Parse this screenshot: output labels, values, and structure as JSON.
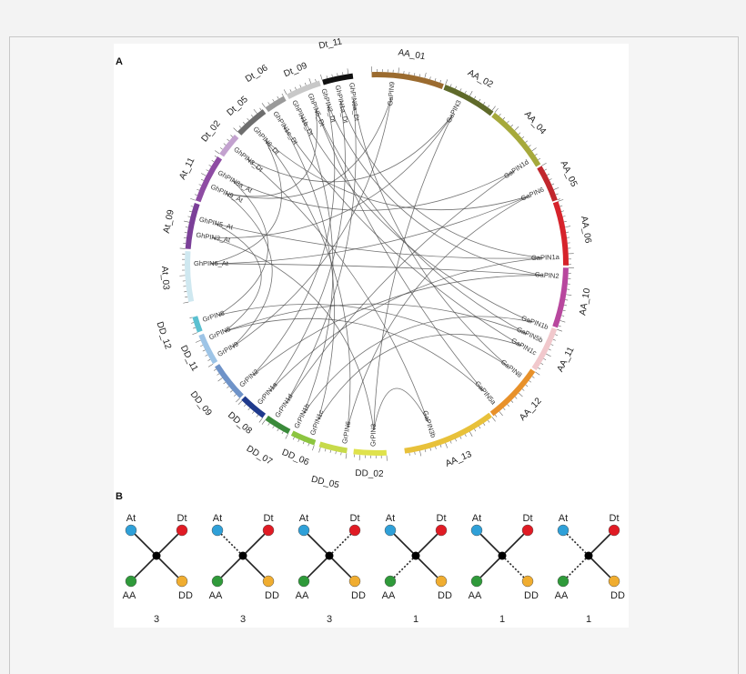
{
  "figure": {
    "panel_a_label": "A",
    "panel_b_label": "B",
    "chromosomes": [
      {
        "name": "AA_01",
        "color": "#9b6b2f"
      },
      {
        "name": "AA_02",
        "color": "#5f6a2a"
      },
      {
        "name": "AA_04",
        "color": "#a6a93b"
      },
      {
        "name": "AA_05",
        "color": "#c1272d"
      },
      {
        "name": "AA_06",
        "color": "#d6232b"
      },
      {
        "name": "AA_10",
        "color": "#b8479e"
      },
      {
        "name": "AA_11",
        "color": "#f1c8cc"
      },
      {
        "name": "AA_12",
        "color": "#e8912a"
      },
      {
        "name": "AA_13",
        "color": "#e8c13a"
      },
      {
        "name": "DD_02",
        "color": "#dfe24c"
      },
      {
        "name": "DD_05",
        "color": "#c7da4a"
      },
      {
        "name": "DD_06",
        "color": "#8cc540"
      },
      {
        "name": "DD_07",
        "color": "#3a8a3a"
      },
      {
        "name": "DD_08",
        "color": "#1f3a8c"
      },
      {
        "name": "DD_09",
        "color": "#6f93c8"
      },
      {
        "name": "DD_11",
        "color": "#9dc4e6"
      },
      {
        "name": "DD_12",
        "color": "#5bc0d0"
      },
      {
        "name": "At_03",
        "color": "#cfe8f0"
      },
      {
        "name": "At_09",
        "color": "#7b3f98"
      },
      {
        "name": "At_11",
        "color": "#8e4ca3"
      },
      {
        "name": "Dt_02",
        "color": "#c3a2cf"
      },
      {
        "name": "Dt_05",
        "color": "#6e6e6e"
      },
      {
        "name": "Dt_06",
        "color": "#9a9a9a"
      },
      {
        "name": "Dt_09",
        "color": "#c8c8c8"
      },
      {
        "name": "Dt_11",
        "color": "#111111"
      }
    ],
    "genes": [
      "GaPIN9",
      "GaPIN3",
      "GaPIN1d",
      "GaPIN6",
      "GaPIN1a",
      "GaPIN2",
      "GaPIN1b",
      "GaPIN5b",
      "GaPIN1c",
      "GaPIN8",
      "GaPIN5a",
      "GaPIN3b",
      "GrPIN3",
      "GrPIN6",
      "GrPIN1c",
      "GrPIN1b",
      "GrPIN1d",
      "GrPIN1a",
      "GrPIN2",
      "GrPIN9",
      "GrPIN5",
      "GrPIN8",
      "GhPIN6_At",
      "GhPIN3_At",
      "GhPIN5_At",
      "GhPIN9_At",
      "GhPIN8a_At",
      "GhPIN3_Dt",
      "GhPIN6_Dt",
      "GhPIN1c_Dt",
      "GhPIN1b_Dt",
      "GhPIN5_Dt",
      "GhPIN2_Dt",
      "GhPIN1a_Dt",
      "GhPIN8a_Dt"
    ],
    "links": [
      [
        "GaPIN9",
        "GrPIN9"
      ],
      [
        "GaPIN9",
        "GhPIN9_At"
      ],
      [
        "GaPIN3",
        "GrPIN3"
      ],
      [
        "GaPIN3",
        "GhPIN3_At"
      ],
      [
        "GaPIN3",
        "GhPIN3_Dt"
      ],
      [
        "GaPIN1d",
        "GrPIN1d"
      ],
      [
        "GaPIN1d",
        "GhPIN8a_At"
      ],
      [
        "GaPIN6",
        "GrPIN6"
      ],
      [
        "GaPIN6",
        "GhPIN6_At"
      ],
      [
        "GaPIN6",
        "GhPIN6_Dt"
      ],
      [
        "GaPIN1a",
        "GrPIN1a"
      ],
      [
        "GaPIN1a",
        "GhPIN5_At"
      ],
      [
        "GaPIN1a",
        "GhPIN1a_Dt"
      ],
      [
        "GaPIN2",
        "GrPIN2"
      ],
      [
        "GaPIN2",
        "GhPIN2_Dt"
      ],
      [
        "GaPIN2",
        "GhPIN6_At"
      ],
      [
        "GaPIN1b",
        "GrPIN1b"
      ],
      [
        "GaPIN1b",
        "GhPIN1b_Dt"
      ],
      [
        "GaPIN5b",
        "GrPIN5"
      ],
      [
        "GaPIN5b",
        "GhPIN5_Dt"
      ],
      [
        "GaPIN1c",
        "GrPIN1c"
      ],
      [
        "GaPIN1c",
        "GhPIN1c_Dt"
      ],
      [
        "GaPIN8",
        "GrPIN8"
      ],
      [
        "GaPIN8",
        "GhPIN8a_Dt"
      ],
      [
        "GaPIN5a",
        "GrPIN5"
      ],
      [
        "GaPIN5a",
        "GhPIN5_Dt"
      ],
      [
        "GaPIN3b",
        "GrPIN3"
      ],
      [
        "GaPIN3b",
        "GhPIN3_Dt"
      ],
      [
        "GrPIN9",
        "GhPIN9_At"
      ],
      [
        "GrPIN8",
        "GhPIN8a_At"
      ],
      [
        "GrPIN6",
        "GhPIN6_Dt"
      ],
      [
        "GrPIN1c",
        "GhPIN1c_Dt"
      ],
      [
        "GrPIN1b",
        "GhPIN1b_Dt"
      ],
      [
        "GrPIN1d",
        "GhPIN8a_Dt"
      ],
      [
        "GrPIN2",
        "GhPIN2_Dt"
      ],
      [
        "GrPIN1a",
        "GhPIN1a_Dt"
      ],
      [
        "GrPIN3",
        "GhPIN3_At"
      ],
      [
        "GrPIN5",
        "GhPIN5_At"
      ],
      [
        "GhPIN6_At",
        "GhPIN6_Dt"
      ],
      [
        "GhPIN9_At",
        "GhPIN5_Dt"
      ]
    ],
    "trees": [
      {
        "count": "3",
        "dashed": []
      },
      {
        "count": "3",
        "dashed": [
          "At"
        ]
      },
      {
        "count": "3",
        "dashed": [
          "Dt"
        ]
      },
      {
        "count": "1",
        "dashed": [
          "AA"
        ]
      },
      {
        "count": "1",
        "dashed": [
          "DD"
        ]
      },
      {
        "count": "1",
        "dashed": [
          "At",
          "AA"
        ]
      }
    ],
    "node_labels": {
      "At": "At",
      "Dt": "Dt",
      "AA": "AA",
      "DD": "DD"
    },
    "node_colors": {
      "At": "#2fa0d8",
      "Dt": "#e01b24",
      "AA": "#2f9a3a",
      "DD": "#f0ad30",
      "center": "#000000"
    }
  }
}
